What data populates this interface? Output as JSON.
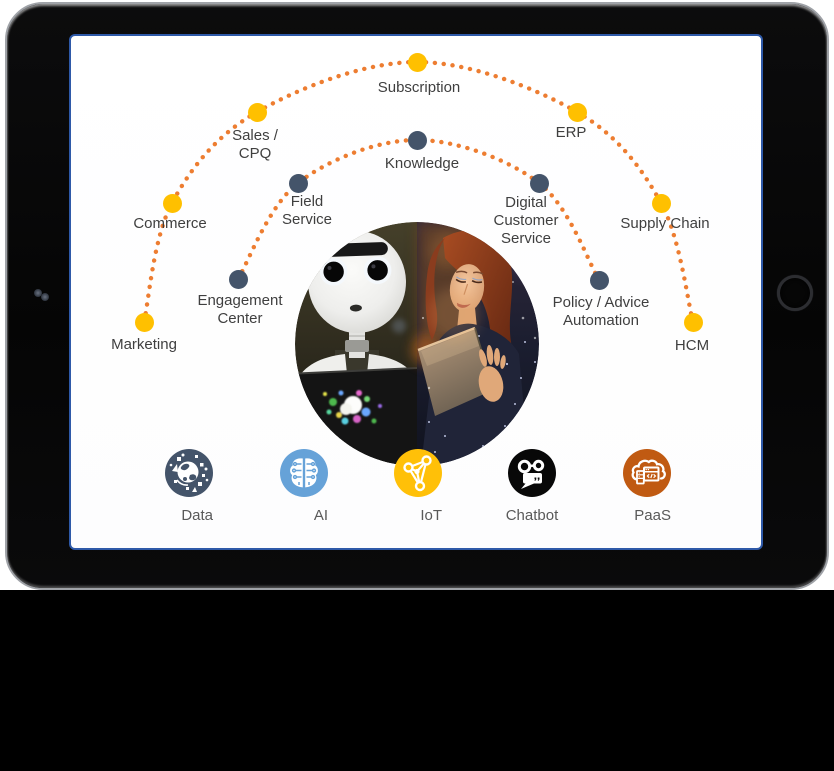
{
  "slide": {
    "outer_ring": [
      {
        "id": "marketing",
        "label": "Marketing"
      },
      {
        "id": "commerce",
        "label": "Commerce"
      },
      {
        "id": "sales-cpq",
        "label": "Sales /\nCPQ"
      },
      {
        "id": "subscription",
        "label": "Subscription"
      },
      {
        "id": "erp",
        "label": "ERP"
      },
      {
        "id": "supply-chain",
        "label": "Supply Chain"
      },
      {
        "id": "hcm",
        "label": "HCM"
      }
    ],
    "inner_ring": [
      {
        "id": "engagement-center",
        "label": "Engagement\nCenter"
      },
      {
        "id": "field-service",
        "label": "Field\nService"
      },
      {
        "id": "knowledge",
        "label": "Knowledge"
      },
      {
        "id": "digital-customer-service",
        "label": "Digital\nCustomer\nService"
      },
      {
        "id": "policy-advice-automation",
        "label": "Policy / Advice\nAutomation"
      }
    ],
    "platforms": [
      {
        "id": "data",
        "label": "Data",
        "color": "#44546A"
      },
      {
        "id": "ai",
        "label": "AI",
        "color": "#66A2D8"
      },
      {
        "id": "iot",
        "label": "IoT",
        "color": "#FFC008"
      },
      {
        "id": "chatbot",
        "label": "Chatbot",
        "color": "#080808"
      },
      {
        "id": "paas",
        "label": "PaaS",
        "color": "#C05A12"
      }
    ],
    "center_image": {
      "description": "Split circular photo: humanoid service robot on the left, woman reading a glowing tablet on the right"
    },
    "colors": {
      "outer_node": "#FFC000",
      "inner_node": "#44546A",
      "arc_dots": "#ED7D31",
      "label_text": "#3F3F3F",
      "screen_border": "#2E59A8"
    }
  }
}
